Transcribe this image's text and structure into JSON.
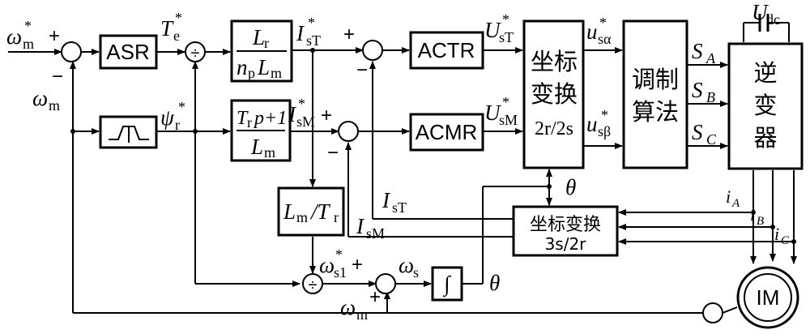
{
  "blocks": {
    "asr": "ASR",
    "actr": "ACTR",
    "acmr": "ACMR",
    "coord_fwd": [
      "坐标",
      "变换",
      "2r/2s"
    ],
    "modulation": [
      "调制",
      "算法"
    ],
    "inverter": [
      "逆",
      "变",
      "器"
    ],
    "coord_inv": [
      "坐标变换",
      "3s/2r"
    ],
    "motor": "IM",
    "gain_iq": {
      "num": "L",
      "num_sub": "r",
      "den_a": "n",
      "den_a_sub": "p",
      "den_b": "L",
      "den_b_sub": "m"
    },
    "gain_id": {
      "num_a": "T",
      "num_a_sub": "r",
      "num_b": "p+1",
      "den": "L",
      "den_sub": "m"
    },
    "gain_slip": {
      "a": "L",
      "a_sub": "m",
      "b": "/T",
      "b_sub": "r"
    },
    "integrator": "∫",
    "divide": "÷"
  },
  "signals": {
    "speed_ref": {
      "sym": "ω",
      "sub": "m",
      "sup": "*"
    },
    "speed_fb": {
      "sym": "ω",
      "sub": "m"
    },
    "torque_ref": {
      "sym": "T",
      "sub": "e",
      "sup": "*"
    },
    "flux_ref": {
      "sym": "ψ",
      "sub": "r",
      "sup": "*"
    },
    "ist_ref": {
      "sym": "I",
      "sub": "sT",
      "sup": "*"
    },
    "ism_ref": {
      "sym": "I",
      "sub": "sM",
      "sup": "*"
    },
    "ust_ref": {
      "sym": "U",
      "sub": "sT",
      "sup": "*"
    },
    "usm_ref": {
      "sym": "U",
      "sub": "sM",
      "sup": "*"
    },
    "usa_ref": {
      "sym": "u",
      "sub": "sα",
      "sup": "*"
    },
    "usb_ref": {
      "sym": "u",
      "sub": "sβ",
      "sup": "*"
    },
    "sa": {
      "sym": "S",
      "sub": "A"
    },
    "sb": {
      "sym": "S",
      "sub": "B"
    },
    "sc": {
      "sym": "S",
      "sub": "C"
    },
    "udc": {
      "sym": "U",
      "sub": "dc"
    },
    "ia": {
      "sym": "i",
      "sub": "A"
    },
    "ib": {
      "sym": "i",
      "sub": "B"
    },
    "ic": {
      "sym": "i",
      "sub": "C"
    },
    "ist_fb": {
      "sym": "I",
      "sub": "sT"
    },
    "ism_fb": {
      "sym": "I",
      "sub": "sM"
    },
    "slip": {
      "sym": "ω",
      "sub": "s1",
      "sup": "*"
    },
    "ws": {
      "sym": "ω",
      "sub": "s"
    },
    "theta": "θ",
    "speed_add": {
      "sym": "ω",
      "sub": "m"
    }
  },
  "signs": {
    "plus": "+",
    "minus": "−"
  }
}
